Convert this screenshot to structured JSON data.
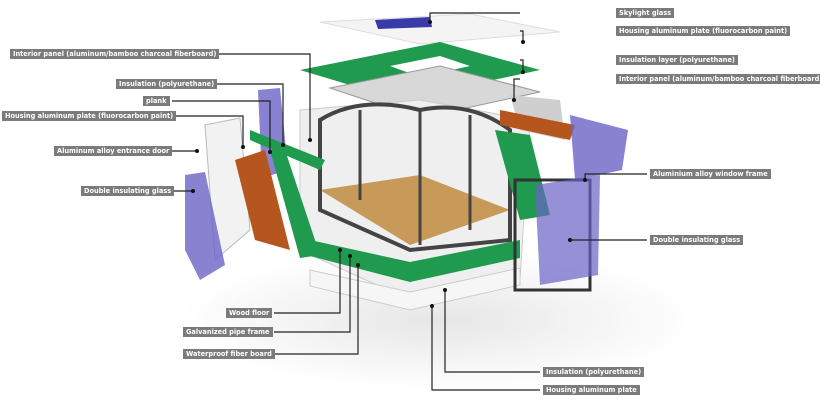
{
  "title": "Capsule house exploded structure",
  "labels": {
    "skylight_glass": "Skylight glass",
    "housing_plate_top": "Housing aluminum plate (fluorocarbon paint)",
    "insulation_layer_top": "Insulation layer (polyurethane)",
    "interior_panel_right": "Interior panel (aluminum/bamboo charcoal fiberboard)",
    "window_frame": "Aluminium alloy window frame",
    "double_glass_right": "Double insulating glass",
    "interior_panel_left": "Interior panel (aluminum/bamboo charcoal fiberboard)",
    "insulation_left": "Insulation (polyurethane)",
    "plank": "plank",
    "housing_plate_left": "Housing aluminum plate (fluorocarbon paint)",
    "entrance_door": "Aluminum alloy entrance door",
    "double_glass_left": "Double insulating glass",
    "wood_floor": "Wood floor",
    "pipe_frame": "Galvanized pipe frame",
    "fiber_board": "Waterproof fiber board",
    "insulation_bottom": "Insulation (polyurethane)",
    "housing_plate_bottom": "Housing aluminum plate"
  },
  "colors": {
    "green": "#1f9a4e",
    "glass": "#6a63c6",
    "wood": "#c79a5a",
    "label_bg": "#7b7b7b",
    "insulation": "#b5561e"
  }
}
